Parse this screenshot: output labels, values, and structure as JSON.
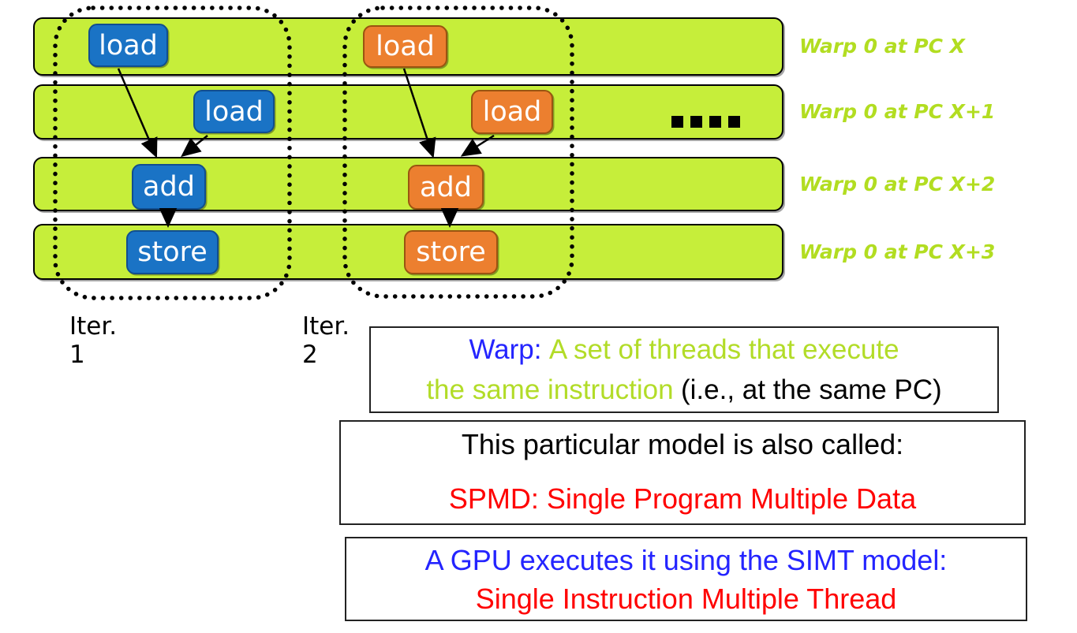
{
  "colors": {
    "bar_green": "#c6ee3a",
    "warp_label_green": "#b2dd21",
    "blue_op_fill": "#1a73c5",
    "blue_op_border": "#114e8f",
    "orange_op_fill": "#ec7f2f",
    "orange_op_border": "#9a5410",
    "callout_blue_text": "#2424ff",
    "callout_green_text": "#b2dc28",
    "callout_red_text": "#ff0000"
  },
  "diagram": {
    "warp_labels": [
      "Warp 0 at PC X",
      "Warp 0 at PC X+1",
      "Warp 0 at PC X+2",
      "Warp 0 at PC X+3"
    ],
    "iterations": [
      {
        "marker_line1": "Iter.",
        "marker_line2": "1",
        "ops": [
          "load",
          "load",
          "add",
          "store"
        ]
      },
      {
        "marker_line1": "Iter.",
        "marker_line2": "2",
        "ops": [
          "load",
          "load",
          "add",
          "store"
        ]
      }
    ],
    "ellipsis": "...."
  },
  "callouts": {
    "warp_definition": {
      "term": "Warp:",
      "green_part1": "A set of threads that execute",
      "green_part2": "the same instruction",
      "black_part": "(i.e., at the same PC)"
    },
    "spmd": {
      "line1": "This particular model is also called:",
      "line2": "SPMD: Single Program Multiple Data"
    },
    "simt": {
      "line1": "A GPU executes it using the SIMT model:",
      "line2": "Single Instruction Multiple Thread"
    }
  }
}
